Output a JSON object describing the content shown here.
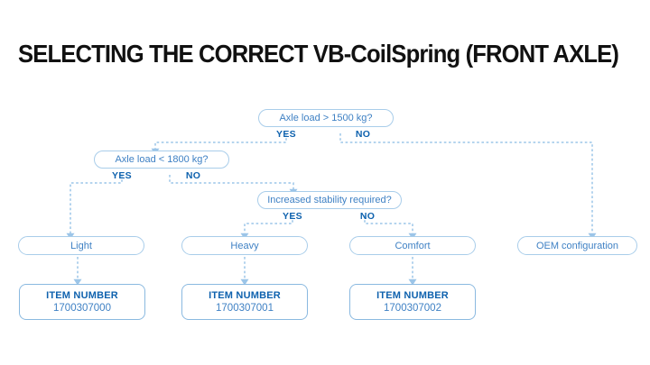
{
  "page": {
    "title": "SELECTING THE CORRECT VB-CoilSpring (FRONT AXLE)",
    "background_color": "#ffffff"
  },
  "colors": {
    "title_text": "#111111",
    "node_border": "#a9cdea",
    "node_text": "#3f81c4",
    "branch_label": "#0f62ae",
    "item_box_border": "#8ab9e0",
    "item_label_text": "#0f62ae",
    "item_value_text": "#3f81c4",
    "connector": "#9cc5e8"
  },
  "flowchart": {
    "type": "decision-tree",
    "decisions": [
      {
        "id": "axle-load-1500",
        "question": "Axle load > 1500 kg?",
        "yes_label": "YES",
        "no_label": "NO",
        "yes_target": "axle-load-1800",
        "no_target": "oem-configuration"
      },
      {
        "id": "axle-load-1800",
        "question": "Axle load < 1800 kg?",
        "yes_label": "YES",
        "no_label": "NO",
        "yes_target": "light",
        "no_target": "increased-stability"
      },
      {
        "id": "increased-stability",
        "question": "Increased stability required?",
        "yes_label": "YES",
        "no_label": "NO",
        "yes_target": "heavy",
        "no_target": "comfort"
      }
    ],
    "outcomes": [
      {
        "id": "light",
        "label": "Light",
        "item_target": "item-1700307000"
      },
      {
        "id": "heavy",
        "label": "Heavy",
        "item_target": "item-1700307001"
      },
      {
        "id": "comfort",
        "label": "Comfort",
        "item_target": "item-1700307002"
      },
      {
        "id": "oem-configuration",
        "label": "OEM configuration",
        "item_target": null
      }
    ],
    "items": [
      {
        "id": "item-1700307000",
        "label": "ITEM NUMBER",
        "number": "1700307000"
      },
      {
        "id": "item-1700307001",
        "label": "ITEM NUMBER",
        "number": "1700307001"
      },
      {
        "id": "item-1700307002",
        "label": "ITEM NUMBER",
        "number": "1700307002"
      }
    ]
  }
}
